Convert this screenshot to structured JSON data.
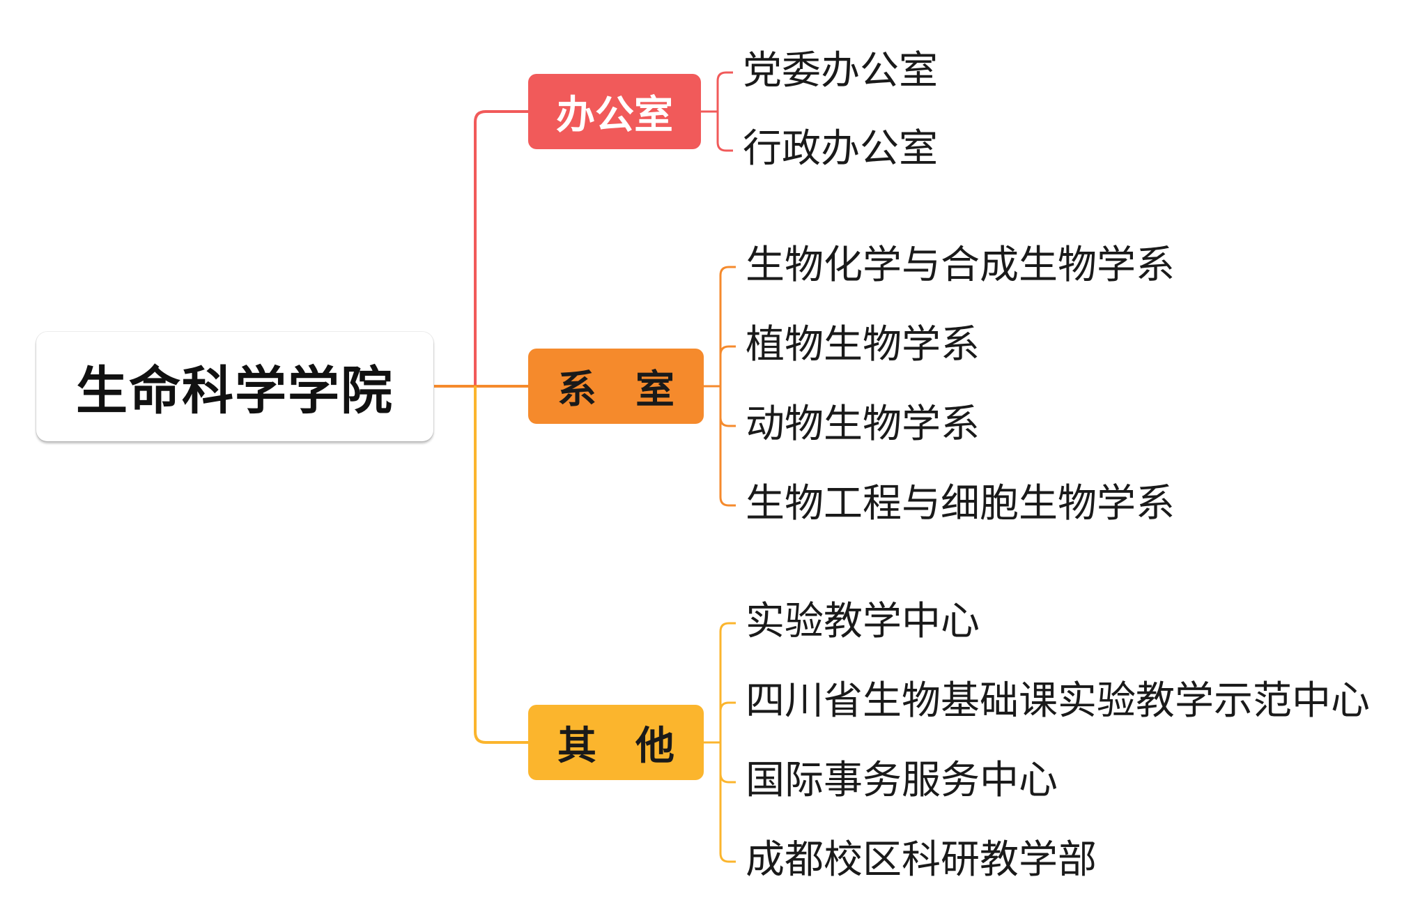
{
  "root": {
    "label": "生命科学学院"
  },
  "branches": [
    {
      "label": "办公室",
      "color": "#f15a5a",
      "text_color": "#ffffff",
      "items": [
        "党委办公室",
        "行政办公室"
      ]
    },
    {
      "label": "系　室",
      "color": "#f58a2c",
      "text_color": "#1a1a1a",
      "items": [
        "生物化学与合成生物学系",
        "植物生物学系",
        "动物生物学系",
        "生物工程与细胞生物学系"
      ]
    },
    {
      "label": "其　他",
      "color": "#fbb52d",
      "text_color": "#1a1a1a",
      "items": [
        "实验教学中心",
        "四川省生物基础课实验教学示范中心",
        "国际事务服务中心",
        "成都校区科研教学部"
      ]
    }
  ]
}
